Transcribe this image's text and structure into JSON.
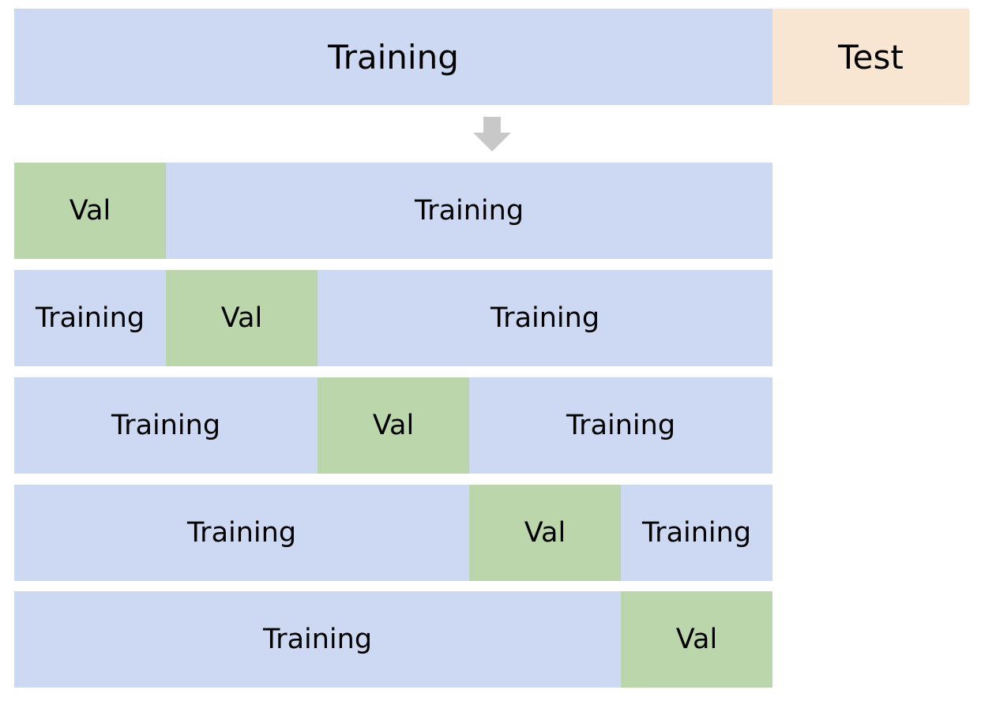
{
  "colors": {
    "training": "#cdd9f3",
    "test": "#f8e5d2",
    "val": "#bcd6ac",
    "arrow": "#c8c8c8"
  },
  "top_split": {
    "segments": [
      {
        "label": "Training",
        "kind": "training"
      },
      {
        "label": "Test",
        "kind": "test"
      }
    ]
  },
  "arrow_icon": "down-arrow-icon",
  "folds": [
    {
      "segments": [
        {
          "label": "Val",
          "kind": "val"
        },
        {
          "label": "Training",
          "kind": "training"
        }
      ]
    },
    {
      "segments": [
        {
          "label": "Training",
          "kind": "training"
        },
        {
          "label": "Val",
          "kind": "val"
        },
        {
          "label": "Training",
          "kind": "training"
        }
      ]
    },
    {
      "segments": [
        {
          "label": "Training",
          "kind": "training"
        },
        {
          "label": "Val",
          "kind": "val"
        },
        {
          "label": "Training",
          "kind": "training"
        }
      ]
    },
    {
      "segments": [
        {
          "label": "Training",
          "kind": "training"
        },
        {
          "label": "Val",
          "kind": "val"
        },
        {
          "label": "Training",
          "kind": "training"
        }
      ]
    },
    {
      "segments": [
        {
          "label": "Training",
          "kind": "training"
        },
        {
          "label": "Val",
          "kind": "val"
        }
      ]
    }
  ]
}
